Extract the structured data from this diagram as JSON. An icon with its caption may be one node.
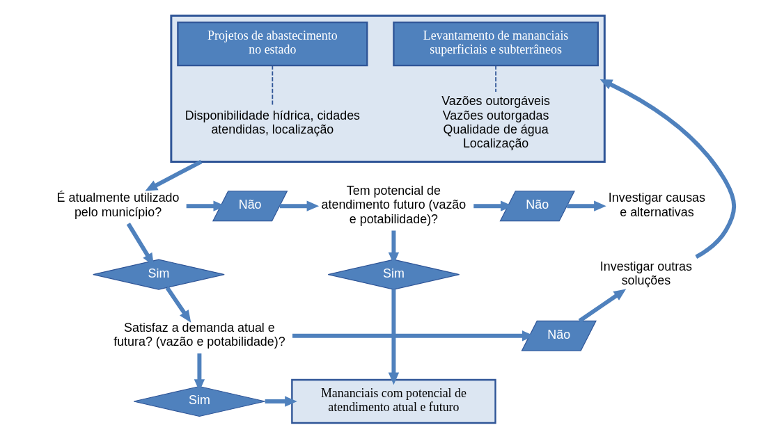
{
  "diagram": {
    "nodes": [
      {
        "text": [],
        "shape": "box"
      },
      {
        "text": [
          "Levantamento de mananciais superficiais e subterrâneos"
        ],
        "in": 0
      },
      {
        "text": [
          "Projetos de abastecimento no estado"
        ],
        "in": 0
      },
      {
        "text": [
          "Vazões outorgáveis",
          "Vazões outorgadas",
          "Qualidade de água",
          "Localização"
        ],
        "in": 0
      },
      {
        "text": [
          "Disponibilidade hídrica, cidades atendidas, localização"
        ],
        "in": 0
      },
      {
        "text": [
          "É atualmente utilizado pelo município?"
        ]
      },
      {
        "text": [
          "Não"
        ]
      },
      {
        "text": [
          "Tem potencial de atendimento futuro (vazão e potabilidade)?"
        ]
      },
      {
        "text": [
          "Não"
        ]
      },
      {
        "text": [
          "Investigar causas e alternativas"
        ]
      },
      {
        "text": [
          "Sim"
        ]
      },
      {
        "text": [
          "Satisfaz a demanda atual e futura? (vazão e potabilidade)?"
        ]
      },
      {
        "text": [
          "Não"
        ]
      },
      {
        "text": [
          "Investigar outras soluções"
        ]
      },
      {
        "text": [
          "Sim"
        ]
      },
      {
        "text": [
          "Sim"
        ]
      },
      {
        "text": [
          "Mananciais com potencial de atendimento atual e futuro"
        ]
      }
    ],
    "edges": [
      {
        "from": 1,
        "to": 3,
        "arrow": "none",
        "style": "dashed"
      },
      {
        "from": 2,
        "to": 4,
        "arrow": "none",
        "style": "dashed"
      },
      {
        "from": 0,
        "to": 5,
        "arrow": "to"
      },
      {
        "from": 5,
        "to": 6,
        "arrow": "to"
      },
      {
        "from": 6,
        "to": 7,
        "arrow": "to"
      },
      {
        "from": 7,
        "to": 8,
        "arrow": "to"
      },
      {
        "from": 8,
        "to": 9,
        "arrow": "to"
      },
      {
        "from": 5,
        "to": 10,
        "arrow": "to"
      },
      {
        "from": 10,
        "to": 11,
        "arrow": "to"
      },
      {
        "from": 11,
        "to": 12,
        "arrow": "to"
      },
      {
        "from": 12,
        "to": 13,
        "arrow": "to"
      },
      {
        "from": 13,
        "to": 0,
        "arrow": "to"
      },
      {
        "from": 11,
        "to": 14,
        "arrow": "to"
      },
      {
        "from": 14,
        "to": 16,
        "arrow": "to"
      },
      {
        "from": 7,
        "to": 15,
        "arrow": "to"
      },
      {
        "from": 15,
        "to": 16,
        "arrow": "to"
      }
    ]
  }
}
